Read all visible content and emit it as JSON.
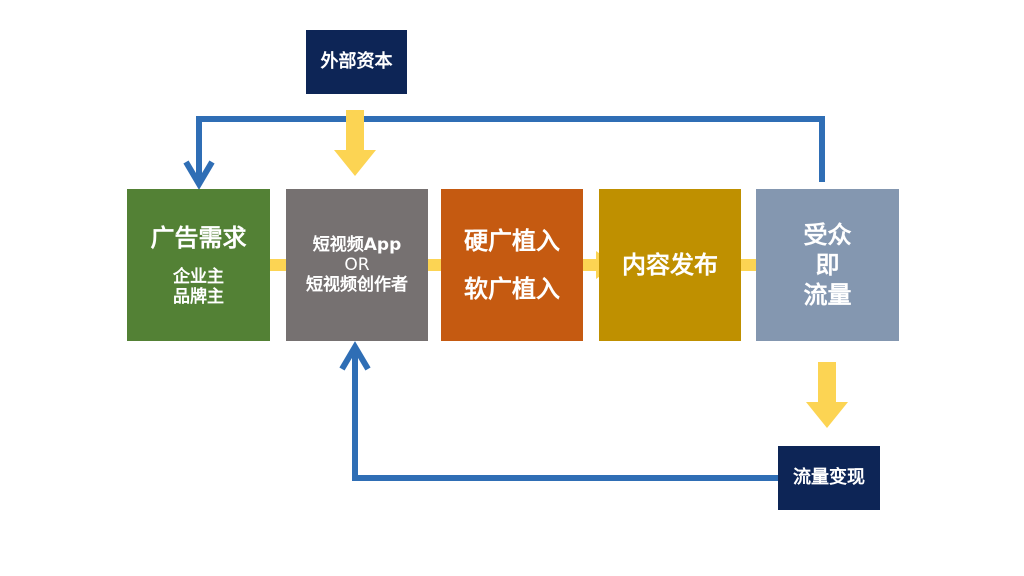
{
  "colors": {
    "blue_line": "#2f6eb5",
    "yellow_arrow": "#fcd453",
    "navy": "#0d2556",
    "green": "#538135",
    "gray": "#767171",
    "orange": "#c55a11",
    "gold": "#bf9000",
    "steel": "#8497b0"
  },
  "top_box": {
    "label": "外部资本"
  },
  "bottom_box": {
    "label": "流量变现"
  },
  "box1": {
    "title": "广告需求",
    "line1": "企业主",
    "line2": "品牌主"
  },
  "box2": {
    "line1": "短视频App",
    "line2": "OR",
    "line3": "短视频创作者"
  },
  "box3": {
    "line1": "硬广植入",
    "line2": "软广植入"
  },
  "box4": {
    "label": "内容发布"
  },
  "box5": {
    "line1": "受众",
    "line2": "即",
    "line3": "流量"
  }
}
